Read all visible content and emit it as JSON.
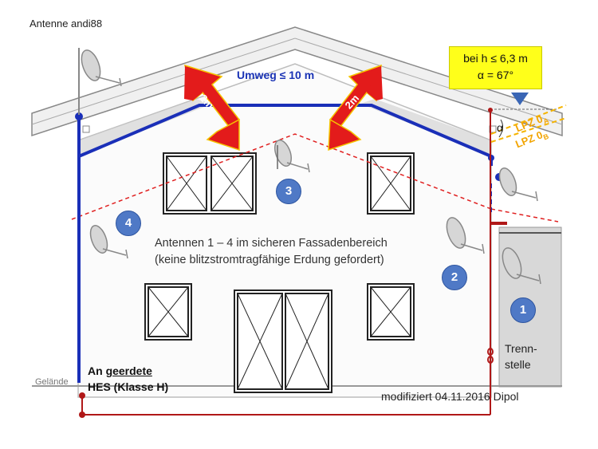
{
  "title": "Antenne andi88",
  "detour_label": "Umweg ≤ 10 m",
  "distance_labels": [
    "2m",
    "2m"
  ],
  "condition": {
    "line1": "bei h ≤ 6,3 m",
    "line2": "α  = 67°"
  },
  "alpha": "α",
  "lpz": {
    "a": "LPZ 0",
    "a_sub": "A",
    "b": "LPZ 0",
    "b_sub": "B"
  },
  "antenna_numbers": [
    "1",
    "2",
    "3",
    "4"
  ],
  "caption": {
    "line1": "Antennen 1 – 4 im sicheren Fassadenbereich",
    "line2": "(keine blitzstromtragfähige Erdung gefordert)"
  },
  "separation": {
    "line1": "Trenn-",
    "line2": "stelle"
  },
  "hes": {
    "prefix": "An ",
    "underlined": "geerdete",
    "line2": "HES (Klasse H)"
  },
  "ground": "Gelände",
  "footer": "modifiziert 04.11.2016  Dipol",
  "colors": {
    "conductor": "#1a2fb8",
    "earth": "#b01818",
    "arrow": "#e31b1b",
    "arrow_outline": "#f5c400",
    "marker": "#3a66b5",
    "highlight": "#ffff1a"
  }
}
